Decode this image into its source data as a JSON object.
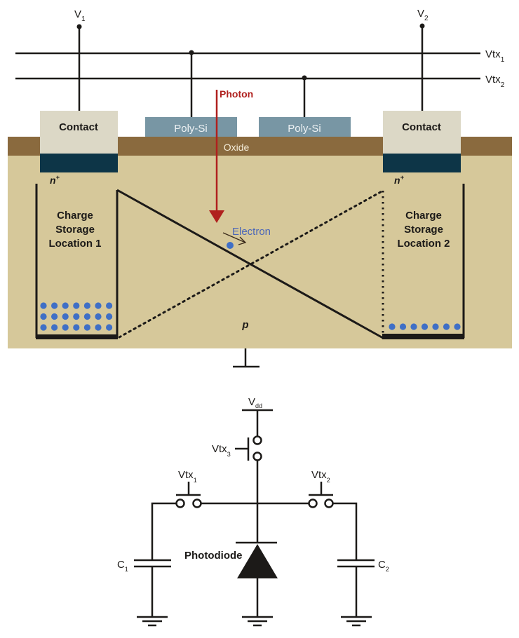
{
  "title": "Dual-tap photodetector charge storage structure and equivalent circuit",
  "colors": {
    "substrate": "#d6c89a",
    "oxide": "#8a6a3e",
    "contact": "#dcd8c6",
    "n_plus": "#0d3547",
    "poly_si": "#7896a4",
    "photon": "#b0201e",
    "electron": "#3f6fc6",
    "line": "#1c1a18"
  },
  "cross_section": {
    "terminals": {
      "v1": {
        "base": "V",
        "sub": "1"
      },
      "v2": {
        "base": "V",
        "sub": "2"
      },
      "vtx1": {
        "base": "Vtx",
        "sub": "1"
      },
      "vtx2": {
        "base": "Vtx",
        "sub": "2"
      }
    },
    "contact_left_label": "Contact",
    "contact_right_label": "Contact",
    "poly_left_label": "Poly-Si",
    "poly_right_label": "Poly-Si",
    "oxide_label": "Oxide",
    "photon_label": "Photon",
    "electron_label": "Electron",
    "n_plus_left": {
      "base": "n",
      "sup": "+"
    },
    "n_plus_right": {
      "base": "n",
      "sup": "+"
    },
    "substrate_label": "p",
    "storage_left": [
      "Charge",
      "Storage",
      "Location 1"
    ],
    "storage_right": [
      "Charge",
      "Storage",
      "Location 2"
    ],
    "stored_electrons_left": {
      "rows": 3,
      "cols": 7
    },
    "stored_electrons_right": {
      "rows": 1,
      "cols": 7
    }
  },
  "circuit": {
    "vdd": {
      "base": "V",
      "sub": "dd"
    },
    "vtx3": {
      "base": "Vtx",
      "sub": "3"
    },
    "vtx1": {
      "base": "Vtx",
      "sub": "1"
    },
    "vtx2": {
      "base": "Vtx",
      "sub": "2"
    },
    "c1": {
      "base": "C",
      "sub": "1"
    },
    "c2": {
      "base": "C",
      "sub": "2"
    },
    "photodiode_label": "Photodiode"
  }
}
